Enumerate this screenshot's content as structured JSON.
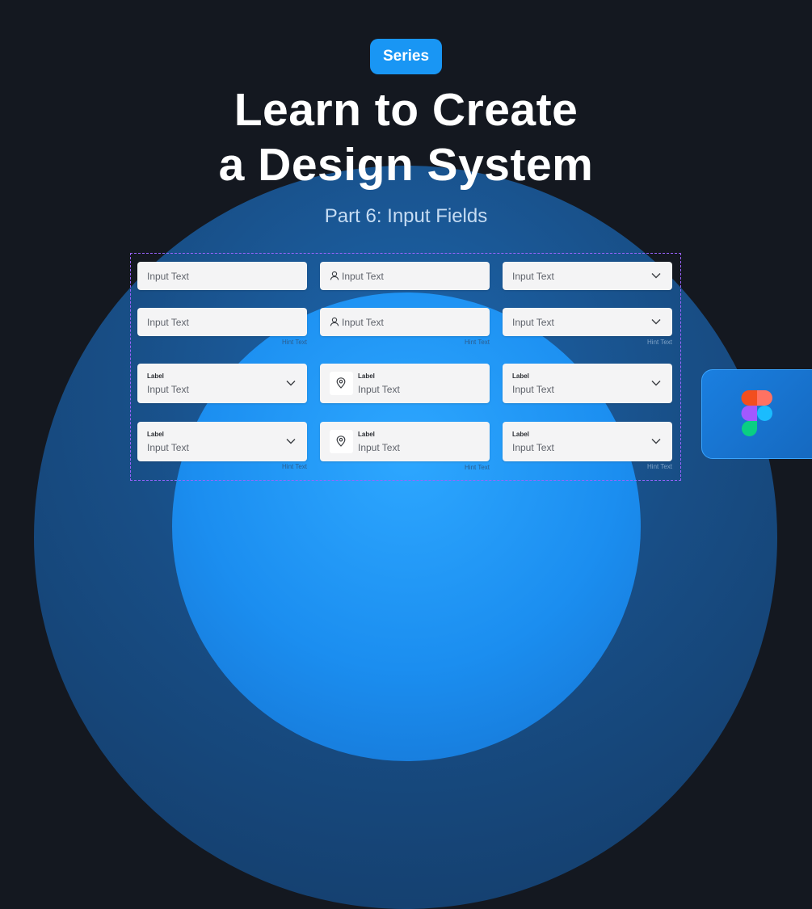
{
  "header": {
    "badge": "Series",
    "title_line1": "Learn to Create",
    "title_line2": "a Design System",
    "subtitle": "Part 6: Input Fields"
  },
  "fields": {
    "input_text": "Input Text",
    "label": "Label",
    "hint_text": "Hint Text"
  },
  "colors": {
    "background": "#141820",
    "badge": "#1996f4",
    "field": "#f4f4f5",
    "frame_border": "#9b63ff",
    "circle_outer": "#184e86",
    "circle_inner": "#1b8ef0"
  },
  "icons": [
    "user-icon",
    "location-pin-icon",
    "chevron-down-icon",
    "figma-logo-icon"
  ]
}
